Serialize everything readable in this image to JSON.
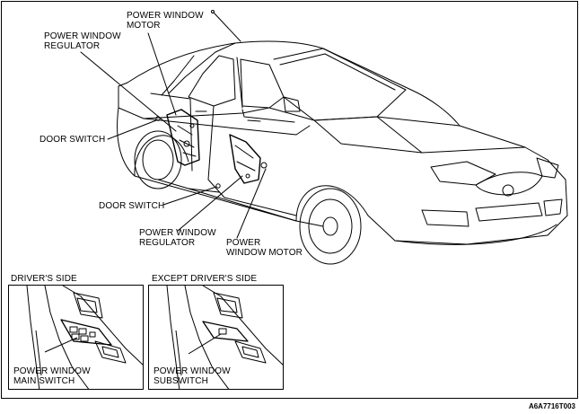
{
  "labels": {
    "motor_top": "POWER WINDOW\nMOTOR",
    "regulator_top": "POWER WINDOW\nREGULATOR",
    "door_switch_left": "DOOR SWITCH",
    "door_switch_right": "DOOR SWITCH",
    "regulator_bottom": "POWER WINDOW\nREGULATOR",
    "motor_bottom": "POWER\nWINDOW MOTOR"
  },
  "insets": {
    "driver": {
      "title": "DRIVER'S SIDE",
      "label": "POWER WINDOW\nMAIN SWITCH"
    },
    "except": {
      "title": "EXCEPT DRIVER'S SIDE",
      "label": "POWER WINDOW\nSUBSWITCH"
    }
  },
  "figure_code": "A6A7716T003"
}
